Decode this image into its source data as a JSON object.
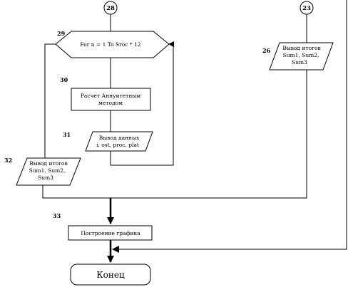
{
  "connectors": {
    "c28": "28",
    "c23": "23"
  },
  "blocks": {
    "loop": {
      "number": "29",
      "text": "For n = 1 To Sroc * 12"
    },
    "calc": {
      "number": "30",
      "line1": "Расчет Аннуитетным",
      "line2": "методом"
    },
    "out_data": {
      "number": "31",
      "line1": "Вывод данных",
      "line2": "i, ost, proc, plat"
    },
    "out_left": {
      "number": "32",
      "line1": "Вывод итогов",
      "line2": "Sum1, Sum2,",
      "line3": "Sum3"
    },
    "out_right": {
      "number": "26",
      "line1": "Вывод итогов",
      "line2": "Sum1, Sum2,",
      "line3": "Sum3"
    },
    "chart": {
      "number": "33",
      "text": "Построение графика"
    },
    "end": {
      "text": "Конец"
    }
  }
}
